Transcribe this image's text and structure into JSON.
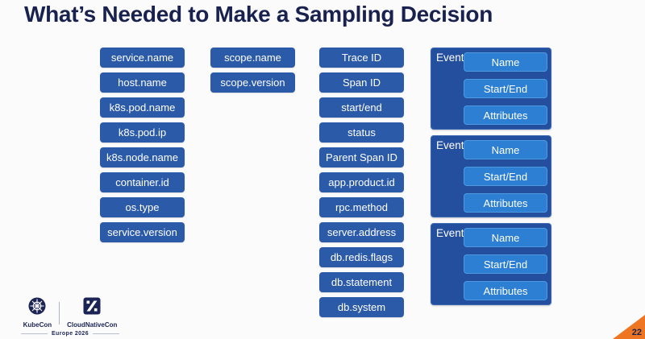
{
  "title": "What’s Needed to Make a Sampling Decision",
  "colors": {
    "title_navy": "#19224f",
    "attribute_box_blue": "#2b5aa9",
    "event_outer_blue": "#234f9e",
    "event_inner_blue": "#2c7fd3",
    "box_text": "#ffffff",
    "page_triangle_orange": "#ee7623",
    "background": "#fbfbfc"
  },
  "resource_attributes": [
    "service.name",
    "host.name",
    "k8s.pod.name",
    "k8s.pod.ip",
    "k8s.node.name",
    "container.id",
    "os.type",
    "service.version"
  ],
  "scope_attributes": [
    "scope.name",
    "scope.version"
  ],
  "span_fields": [
    "Trace ID",
    "Span ID",
    "start/end",
    "status",
    "Parent Span ID",
    "app.product.id",
    "rpc.method",
    "server.address",
    "db.redis.flags",
    "db.statement",
    "db.system"
  ],
  "events": {
    "label": "Event",
    "fields": [
      "Name",
      "Start/End",
      "Attributes"
    ],
    "group_count": 3
  },
  "footer": {
    "kubecon_label": "KubeCon",
    "cloudnativecon_label": "CloudNativeCon",
    "edition": "Europe 2026"
  },
  "page_number": "22"
}
